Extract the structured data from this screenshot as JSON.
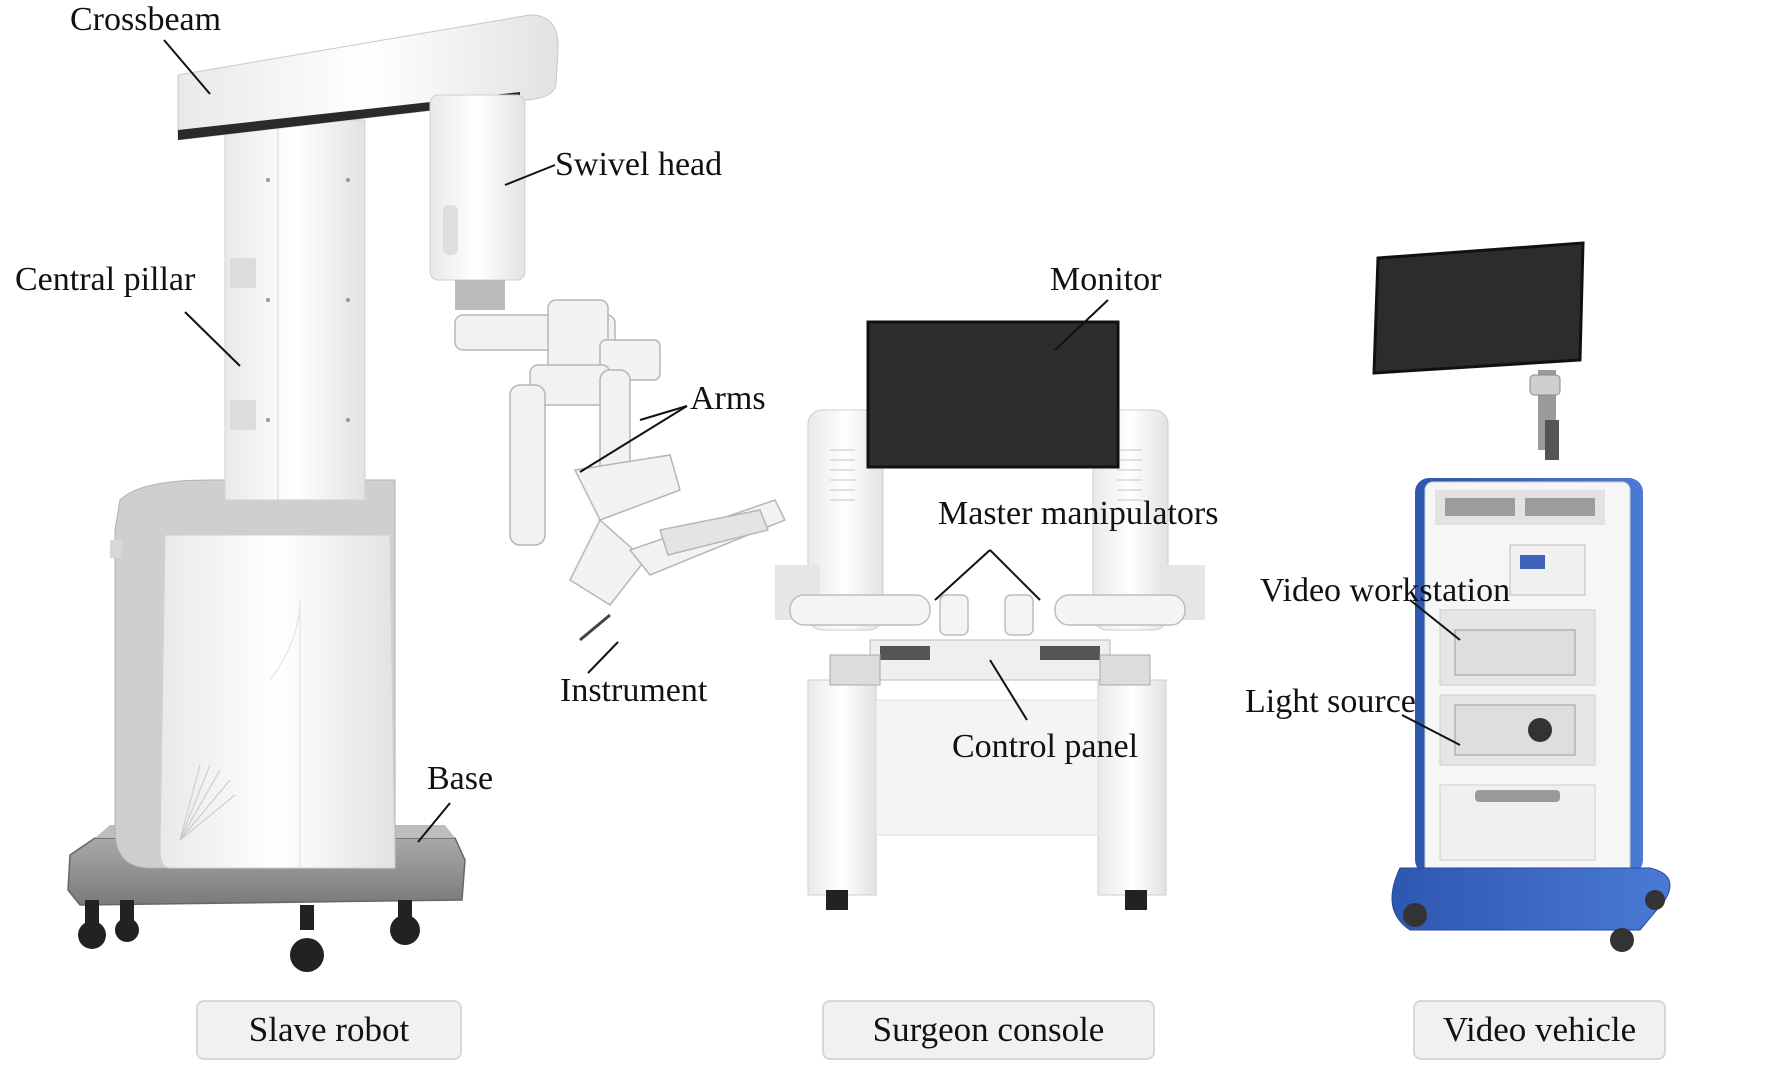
{
  "labels": {
    "crossbeam": "Crossbeam",
    "swivel_head": "Swivel head",
    "central_pillar": "Central pillar",
    "arms": "Arms",
    "instrument": "Instrument",
    "base": "Base",
    "monitor": "Monitor",
    "master_manipulators": "Master manipulators",
    "control_panel": "Control panel",
    "video_workstation": "Video workstation",
    "light_source": "Light source"
  },
  "captions": {
    "slave_robot": "Slave robot",
    "surgeon_console": "Surgeon console",
    "video_vehicle": "Video vehicle"
  },
  "colors": {
    "cart_blue": "#3a66c4",
    "screen": "#2b2b2b",
    "body_white": "#f7f7f7",
    "base_gray": "#8f8f8f"
  }
}
